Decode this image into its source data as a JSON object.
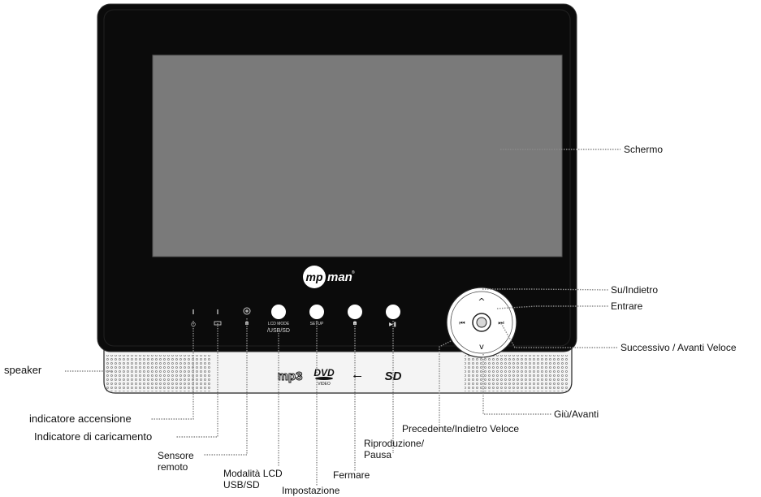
{
  "brand": {
    "part1": "mp",
    "part2": "man",
    "mark": "®"
  },
  "device_labels": {
    "lcd_mode": "LCD MODE",
    "usb_sd": "/USB/SD",
    "setup": "SETUP"
  },
  "bottom_logos": {
    "mp3": "mp3",
    "dvd": "DVD",
    "video": "VIDEO",
    "sd": "SD"
  },
  "callouts": {
    "screen": "Schermo",
    "up_back": "Su/Indietro",
    "enter": "Entrare",
    "next_ff": "Successivo / Avanti Veloce",
    "down_forward": "Giù/Avanti",
    "prev_rew": "Precedente/Indietro Veloce",
    "play_pause_1": "Riproduzione/",
    "play_pause_2": "Pausa",
    "stop": "Fermare",
    "setup": "Impostazione",
    "lcd_mode_1": "Modalità LCD",
    "lcd_mode_2": "USB/SD",
    "remote_sensor_1": "Sensore",
    "remote_sensor_2": "remoto",
    "charging_indicator": "Indicatore di caricamento",
    "power_indicator": "indicatore accensione",
    "speaker": "speaker"
  },
  "colors": {
    "bezel": "#0b0b0b",
    "screen": "#7a7a7a",
    "base": "#f4f4f4",
    "leader": "#8a8a8a"
  }
}
